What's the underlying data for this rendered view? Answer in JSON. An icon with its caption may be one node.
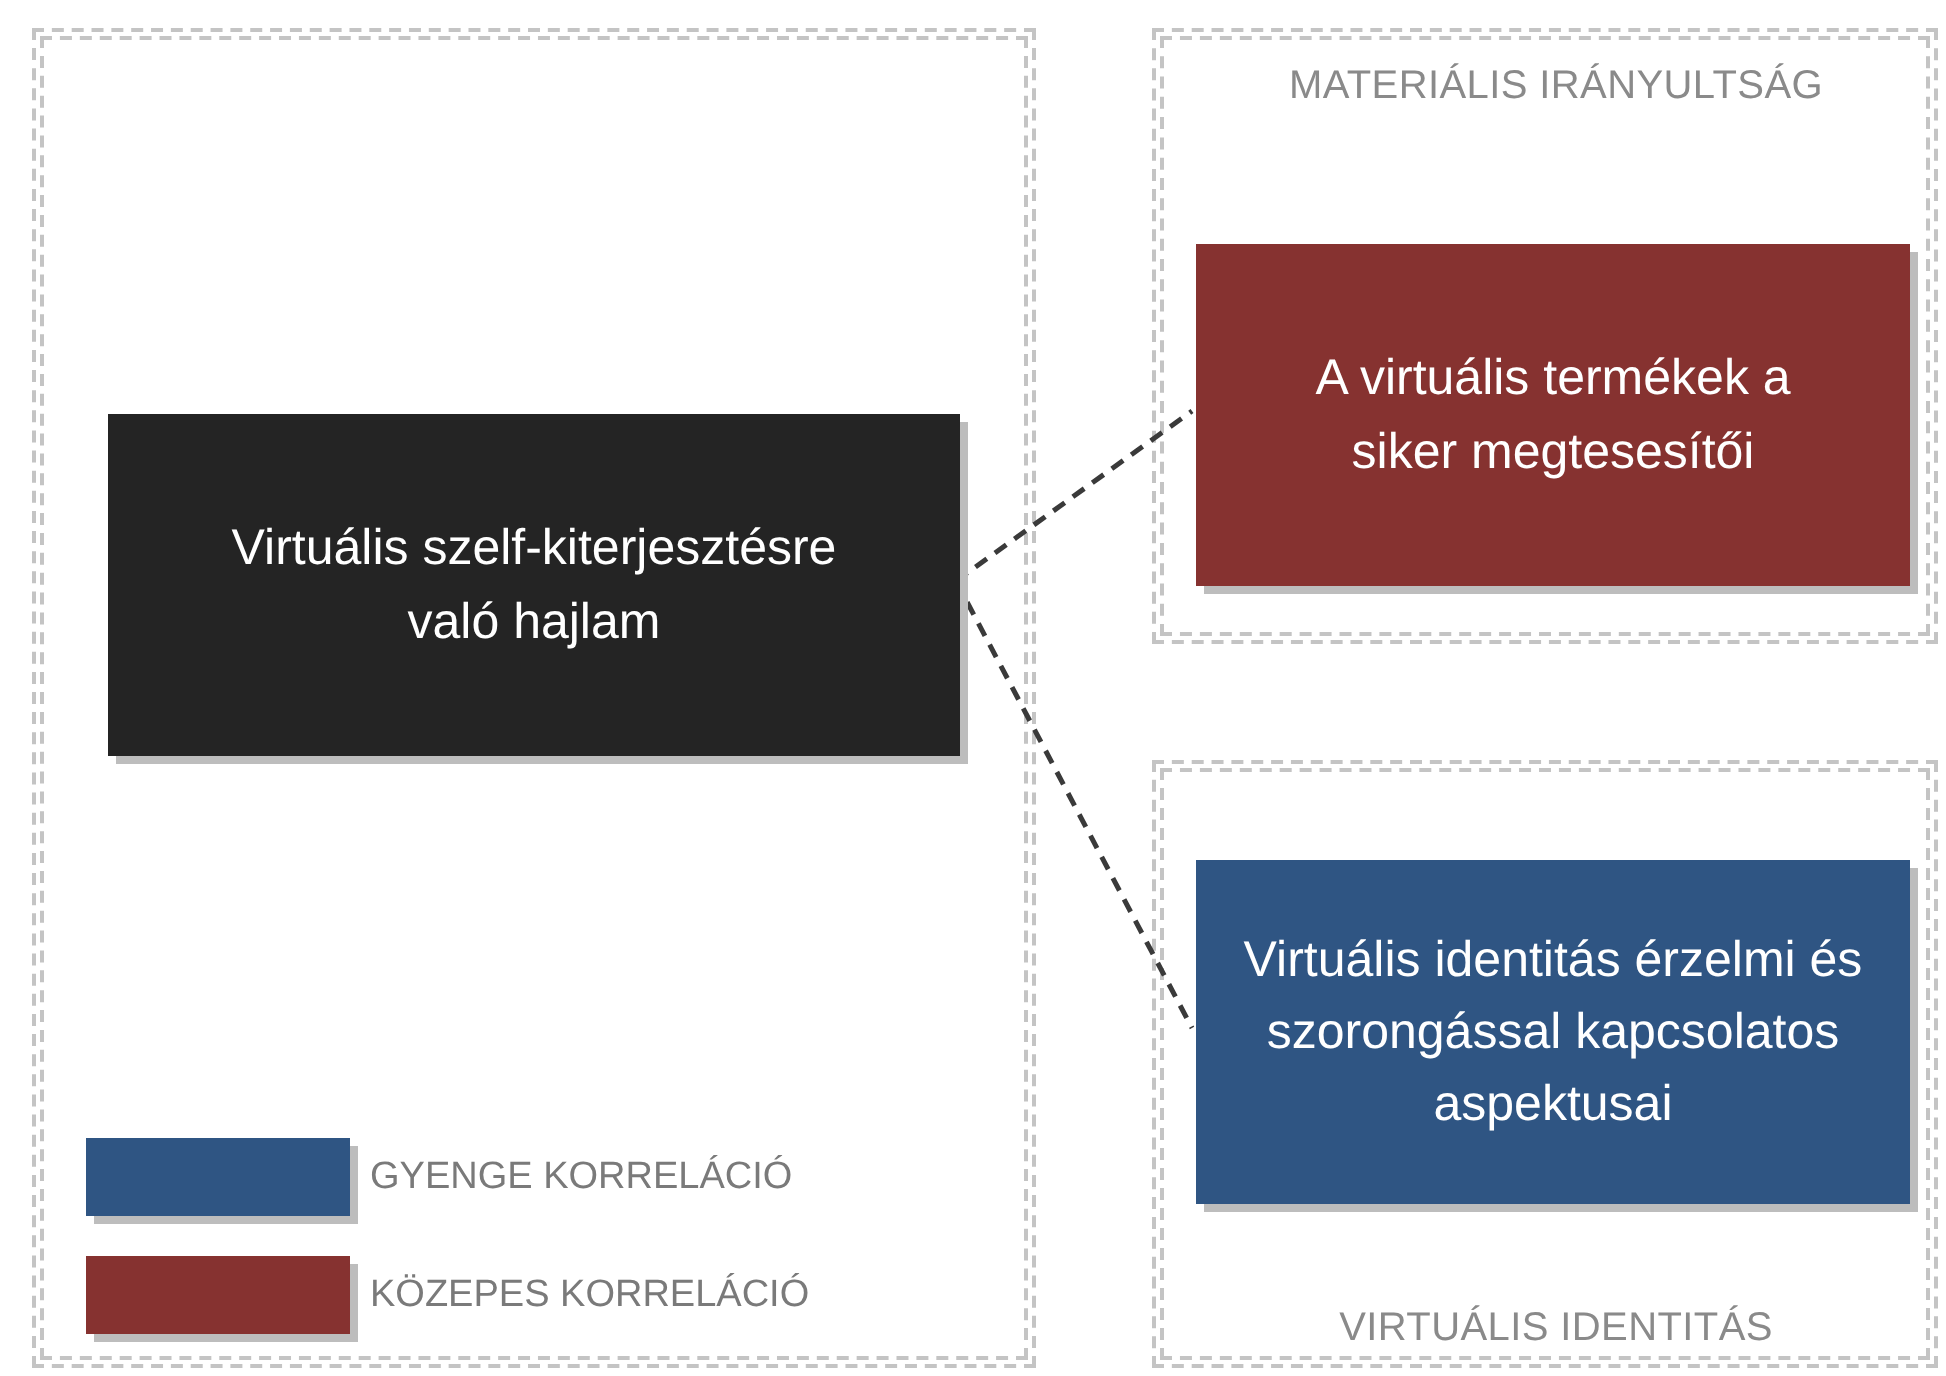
{
  "diagram": {
    "nodes": [
      {
        "text": [],
        "shape": "box"
      },
      {
        "text": [
          "Virtuális szelf-kiterjesztésre való hajlam"
        ],
        "in": 0
      },
      {
        "text": [
          "MATERIÁLIS IRÁNYULTSÁG"
        ]
      },
      {
        "text": [
          "A virtuális termékek a siker megtesesítői"
        ],
        "in": 2
      },
      {
        "text": [
          "VIRTUÁLIS IDENTITÁS"
        ]
      },
      {
        "text": [
          "Virtuális identitás érzelmi és szorongással kapcsolatos aspektusai"
        ],
        "in": 4
      }
    ],
    "edges": [
      {
        "from": 1,
        "to": 3,
        "arrow": "none",
        "style": "dashed"
      },
      {
        "from": 1,
        "to": 5,
        "arrow": "none",
        "style": "dashed"
      }
    ],
    "legend": [
      {
        "text": "GYENGE KORRELÁCIÓ",
        "color": "#2f5583"
      },
      {
        "text": "KÖZEPES KORRELÁCIÓ",
        "color": "#863230"
      }
    ]
  }
}
